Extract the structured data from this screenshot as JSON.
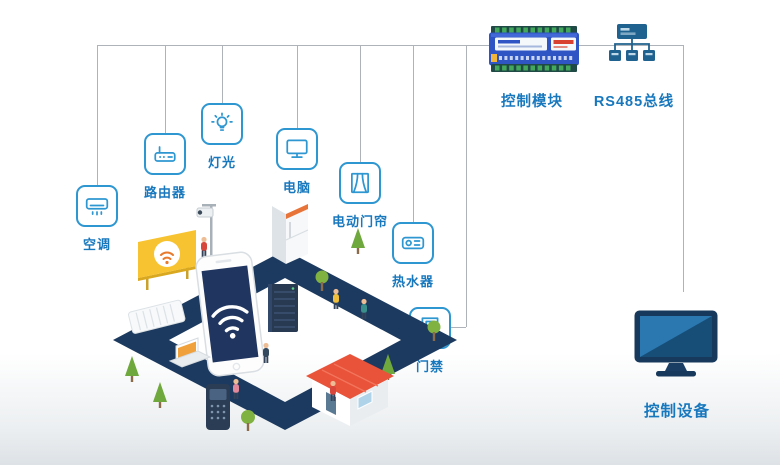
{
  "diagram": {
    "devices": [
      {
        "name": "air-conditioner",
        "label": "空调"
      },
      {
        "name": "router",
        "label": "路由器"
      },
      {
        "name": "light",
        "label": "灯光"
      },
      {
        "name": "computer",
        "label": "电脑"
      },
      {
        "name": "curtain",
        "label": "电动门帘"
      },
      {
        "name": "water-heater",
        "label": "热水器"
      },
      {
        "name": "door-access",
        "label": "门禁"
      }
    ],
    "controller": {
      "label": "控制模块"
    },
    "bus": {
      "label": "RS485总线"
    },
    "control_device": {
      "label": "控制设备"
    }
  },
  "colors": {
    "icon_stroke": "#2E96D1",
    "label_text": "#1878BE",
    "connector_line": "#ADB3B9",
    "road_navy": "#1C3A5F",
    "module_blue": "#2F55C4",
    "bus_icon_blue": "#20628F",
    "monitor_navy": "#17395B",
    "screen_blue": "#2B78B0",
    "roof_orange": "#E8533A",
    "billboard_yellow": "#F7C331"
  }
}
